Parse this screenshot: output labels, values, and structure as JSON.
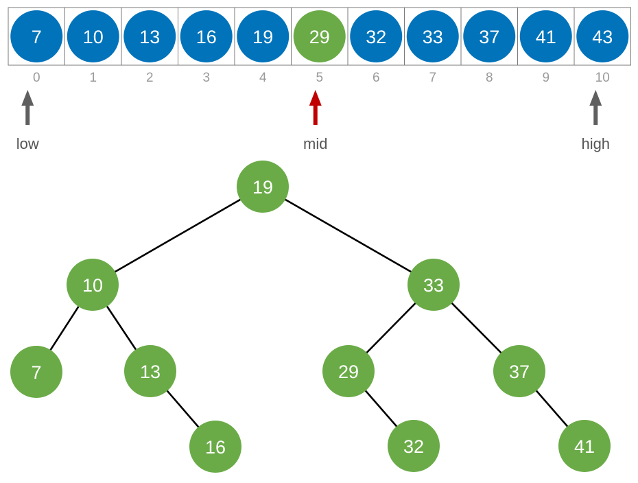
{
  "colors": {
    "array_node": "#0073BA",
    "highlight_node": "#6AAB47",
    "tree_node": "#6AAB47",
    "pointer_default": "#5f5f5f",
    "pointer_mid": "#C00000"
  },
  "array": {
    "values": [
      7,
      10,
      13,
      16,
      19,
      29,
      32,
      33,
      37,
      41,
      43
    ],
    "indices": [
      "0",
      "1",
      "2",
      "3",
      "4",
      "5",
      "6",
      "7",
      "8",
      "9",
      "10"
    ],
    "highlight_index": 5
  },
  "pointers": [
    {
      "label": "low",
      "index": 0,
      "color_key": "pointer_default"
    },
    {
      "label": "mid",
      "index": 5,
      "color_key": "pointer_mid"
    },
    {
      "label": "high",
      "index": 10,
      "color_key": "pointer_default"
    }
  ],
  "tree": {
    "nodes": [
      {
        "id": "n19",
        "value": "19"
      },
      {
        "id": "n10",
        "value": "10"
      },
      {
        "id": "n33",
        "value": "33"
      },
      {
        "id": "n7",
        "value": "7"
      },
      {
        "id": "n13",
        "value": "13"
      },
      {
        "id": "n29",
        "value": "29"
      },
      {
        "id": "n37",
        "value": "37"
      },
      {
        "id": "n16",
        "value": "16"
      },
      {
        "id": "n32",
        "value": "32"
      },
      {
        "id": "n41",
        "value": "41"
      }
    ],
    "edges": [
      [
        "n19",
        "n10"
      ],
      [
        "n19",
        "n33"
      ],
      [
        "n10",
        "n7"
      ],
      [
        "n10",
        "n13"
      ],
      [
        "n13",
        "n16"
      ],
      [
        "n33",
        "n29"
      ],
      [
        "n33",
        "n37"
      ],
      [
        "n29",
        "n32"
      ],
      [
        "n37",
        "n41"
      ]
    ]
  }
}
